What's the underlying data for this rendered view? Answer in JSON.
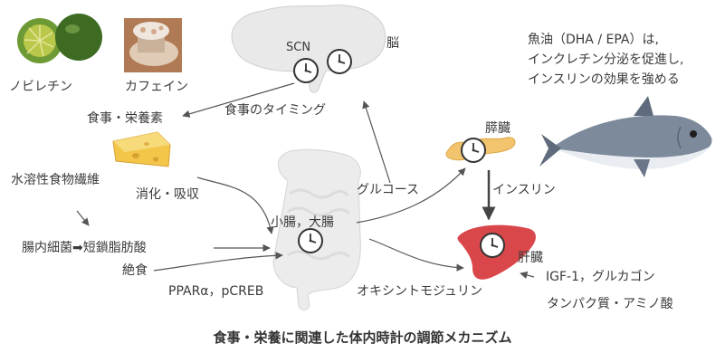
{
  "title": "食事・栄養に関連した体内時計の調節メカニズム",
  "labels": {
    "nobiletin": "ノビレチン",
    "caffeine": "カフェイン",
    "scn": "SCN",
    "brain": "脳",
    "meal_nutrients": "食事・栄養素",
    "meal_timing": "食事のタイミング",
    "fish_oil_1": "魚油（DHA / EPA）は,",
    "fish_oil_2": "インクレチン分泌を促進し,",
    "fish_oil_3": "インスリンの効果を強める",
    "pancreas": "膵臓",
    "soluble_fiber": "水溶性食物繊維",
    "digestion": "消化・吸収",
    "glucose": "グルコース",
    "insulin": "インスリン",
    "intestine": "小腸，大腸",
    "gut_bacteria": "腸内細菌➡短鎖脂肪酸",
    "fasting": "絶食",
    "liver": "肝臓",
    "igf1": "IGF-1，グルカゴン",
    "ppar": "PPARα，pCREB",
    "oxyntomodulin": "オキシントモジュリン",
    "protein": "タンパク質・アミノ酸"
  },
  "colors": {
    "arrow": "#555555",
    "brain": "#e9e9e9",
    "intestine": "#ececec",
    "liver": "#d9474b",
    "pancreas": "#f2c46d",
    "cheese": "#f3c64a",
    "lime": "#6e9a35",
    "coffee": "#b07a54",
    "fish": "#7d8a9c"
  },
  "icons": [
    "lime-icon",
    "coffee-cup-icon",
    "brain-icon",
    "cheese-icon",
    "intestine-icon",
    "pancreas-icon",
    "liver-icon",
    "fish-icon",
    "clock-icon"
  ]
}
